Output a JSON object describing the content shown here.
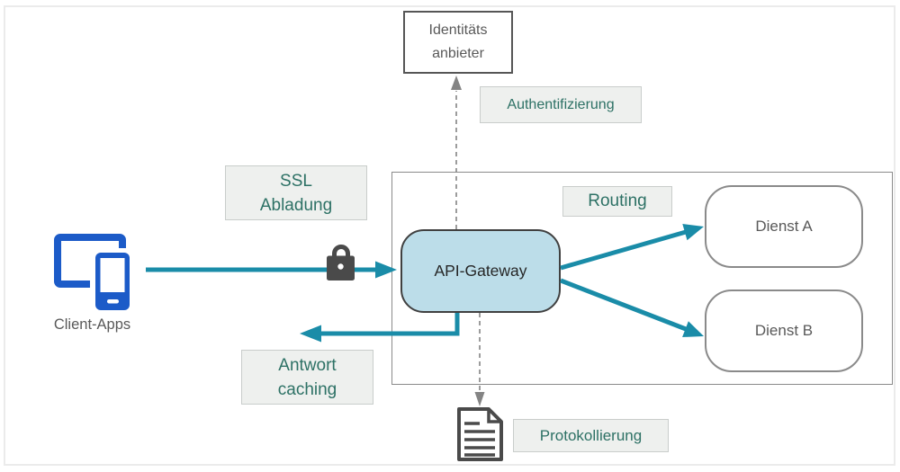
{
  "diagram": {
    "nodes": {
      "identity_provider": {
        "line1": "Identitäts",
        "line2": "anbieter"
      },
      "api_gateway": "API-Gateway",
      "service_a": "Dienst A",
      "service_b": "Dienst B",
      "client_apps": "Client-Apps"
    },
    "labels": {
      "authentication": "Authentifizierung",
      "ssl_line1": "SSL",
      "ssl_line2": "Abladung",
      "routing": "Routing",
      "caching_line1": "Antwort",
      "caching_line2": "caching",
      "logging": "Protokollierung"
    },
    "icons": {
      "client_devices_icon": "tablet-and-smartphone",
      "ssl_lock_icon": "padlock",
      "log_document_icon": "text-document-with-folded-corner",
      "arrow_icons": "solid-teal-arrows-and-dashed-gray-arrows"
    },
    "colors": {
      "arrow_teal": "#1a8ca8",
      "label_text_teal": "#2d7165",
      "label_bg": "#eef0ee",
      "label_border": "#c9cdcb",
      "gateway_fill": "#bcdde9",
      "node_border_dark": "#404040",
      "node_border_gray": "#8a8a8a",
      "text_gray": "#595959",
      "device_blue": "#1c5bc8",
      "icon_gray": "#4a4a4a",
      "dashed_gray": "#848484",
      "frame_gray": "#ebebeb"
    }
  }
}
